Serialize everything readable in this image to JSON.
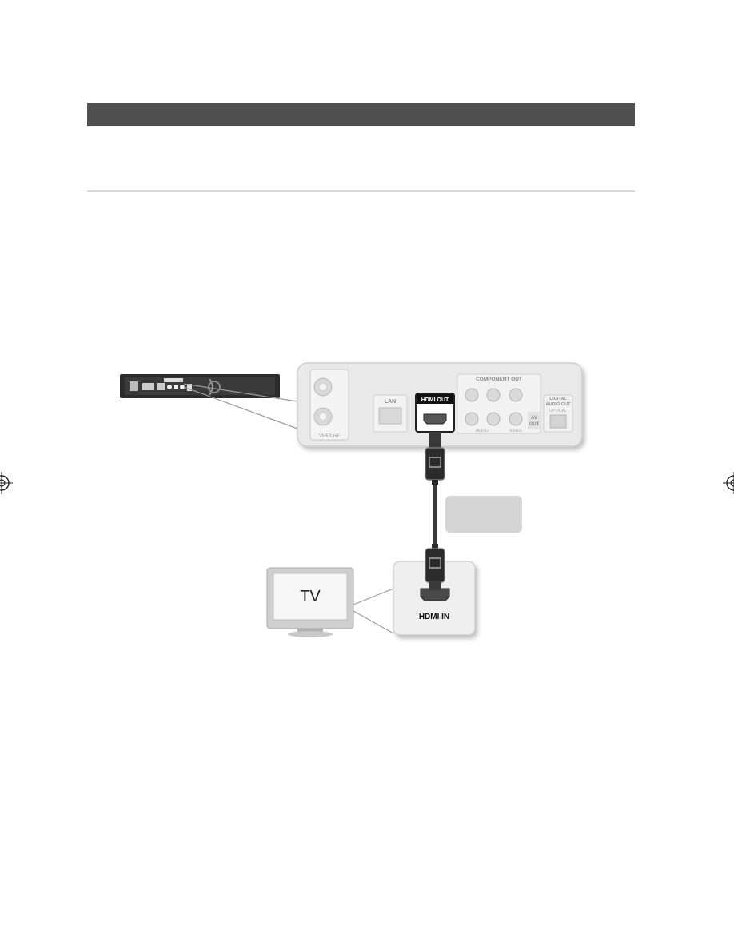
{
  "panel": {
    "lan_label": "LAN",
    "hdmi_out_label": "HDMI OUT",
    "component_out_label": "COMPONENT OUT",
    "av_out_label_1": "AV",
    "av_out_label_2": "OUT",
    "digital_audio_label_1": "DIGITAL",
    "digital_audio_label_2": "AUDIO OUT",
    "optical_label": "OPTICAL",
    "audio_label": "AUDIO",
    "video_label": "VIDEO",
    "vhf_uhf_label": "VHF/UHF"
  },
  "tv": {
    "screen_label": "TV",
    "hdmi_in_label": "HDMI IN"
  },
  "colors": {
    "section_bar": "#505050",
    "panel_fill": "#e9e9e9",
    "hdmi_highlight": "#111111",
    "callout_fill": "#d4d4d4"
  }
}
